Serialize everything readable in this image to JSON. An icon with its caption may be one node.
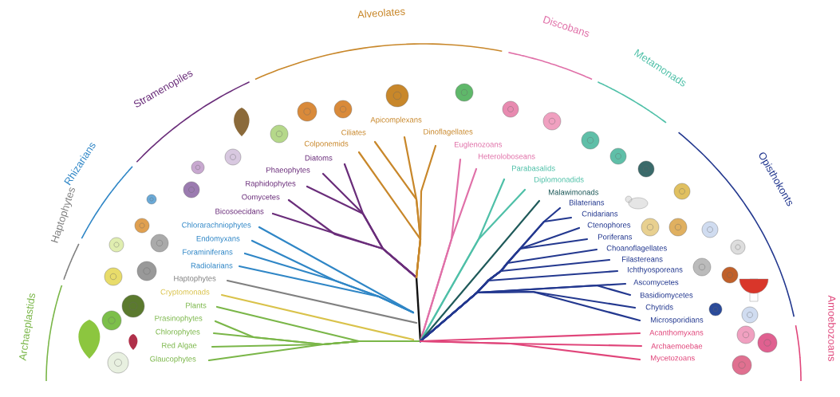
{
  "diagram": {
    "labels": [
      "Archaeplastids",
      "Haptophytes",
      "Rhizarians",
      "Stramenopiles",
      "Alveolates",
      "Discobans",
      "Metamonads",
      "Opisthokonts",
      "Amoebozoans",
      "Glaucophytes",
      "Red Algae",
      "Chlorophytes",
      "Prasinophytes",
      "Plants",
      "Cryptomonads",
      "Haptophytes",
      "Radiolarians",
      "Foraminiferans",
      "Endomyxans",
      "Chlorarachniophytes",
      "Bicosoecidans",
      "Oomycetes",
      "Raphidophytes",
      "Phaeophytes",
      "Diatoms",
      "Colponemids",
      "Ciliates",
      "Apicomplexans",
      "Dinoflagellates",
      "Euglenozoans",
      "Heteroloboseans",
      "Parabasalids",
      "Diplomonadids",
      "Malawimonads",
      "Bilaterians",
      "Cnidarians",
      "Ctenophores",
      "Poriferans",
      "Choanoflagellates",
      "Filastereans",
      "Ichthyosporeans",
      "Ascomycetes",
      "Basidiomycetes",
      "Chytrids",
      "Microsporidians",
      "Acanthomyxans",
      "Archaemoebae",
      "Mycetozoans"
    ]
  }
}
